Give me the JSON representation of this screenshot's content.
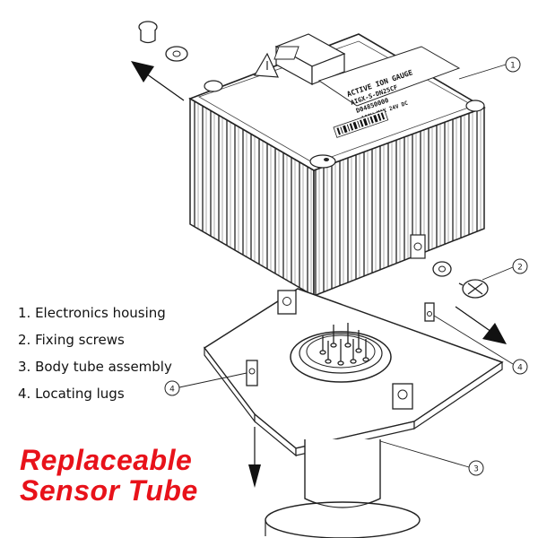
{
  "legend": {
    "items": [
      "1. Electronics housing",
      "2. Fixing screws",
      "3. Body tube assembly",
      "4. Locating lugs"
    ]
  },
  "caption": {
    "line1": "Replaceable",
    "line2": "Sensor Tube"
  },
  "callouts": [
    "1",
    "2",
    "4",
    "4",
    "3"
  ],
  "housing_label": {
    "line1": "ACTIVE ION GAUGE",
    "line2": "AIGX-S-DN25CF",
    "line3": "D04850000",
    "line4": "100W MAX 24V DC"
  },
  "colors": {
    "caption": "#e8121a",
    "line": "#222222"
  }
}
